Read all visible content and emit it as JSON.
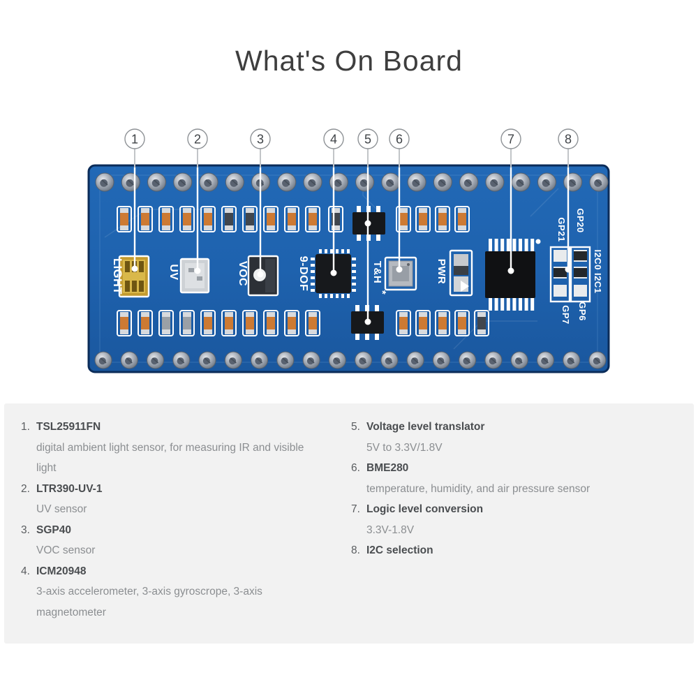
{
  "title": "What's On Board",
  "callouts": [
    "1",
    "2",
    "3",
    "4",
    "5",
    "6",
    "7",
    "8"
  ],
  "board": {
    "labels": {
      "light": "LIGHT",
      "uv": "UV",
      "voc": "VOC",
      "dof": "9-DOF",
      "th": "T&H",
      "th_note": "*",
      "pwr": "PWR",
      "gp21": "GP21",
      "gp20": "GP20",
      "i2c": "I2C0 I2C1",
      "gp7": "GP7",
      "gp6": "GP6"
    }
  },
  "legend": {
    "items": [
      {
        "num": "1.",
        "name": "TSL25911FN",
        "desc": "digital ambient light sensor, for measuring IR and visible light"
      },
      {
        "num": "2.",
        "name": "LTR390-UV-1",
        "desc": "UV sensor"
      },
      {
        "num": "3.",
        "name": "SGP40",
        "desc": "VOC sensor"
      },
      {
        "num": "4.",
        "name": "ICM20948",
        "desc": "3-axis accelerometer, 3-axis gyroscrope, 3-axis magnetometer"
      },
      {
        "num": "5.",
        "name": "Voltage level translator",
        "desc": "5V to 3.3V/1.8V"
      },
      {
        "num": "6.",
        "name": "BME280",
        "desc": "temperature, humidity, and air pressure sensor"
      },
      {
        "num": "7.",
        "name": "Logic level conversion",
        "desc": "3.3V-1.8V"
      },
      {
        "num": "8.",
        "name": "I2C selection",
        "desc": ""
      }
    ]
  },
  "colors": {
    "pcb_blue": "#1e63ae",
    "pcb_edge": "#0b2c59",
    "smd_orange": "#cd7a33",
    "panel_gray": "#f2f2f2",
    "gold_sensor": "#c49b2e"
  }
}
